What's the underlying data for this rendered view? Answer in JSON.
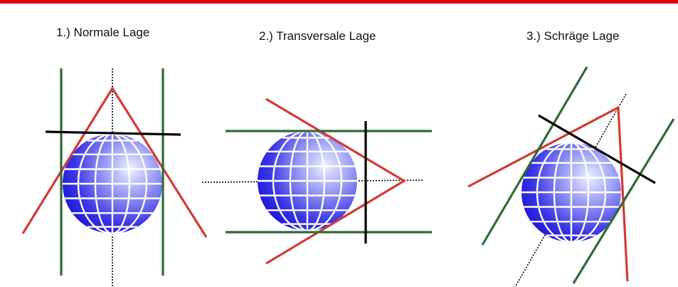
{
  "panels": [
    {
      "title": "1.) Normale Lage"
    },
    {
      "title": "2.) Transversale Lage"
    },
    {
      "title": "3.) Schräge Lage"
    }
  ],
  "colors": {
    "top_bar": "#e3000f",
    "cone_red": "#d33a32",
    "cylinder_green": "#2f6b36",
    "plane_black": "#000000",
    "globe_light": "#eef0ff",
    "globe_dark": "#1c17d9"
  }
}
